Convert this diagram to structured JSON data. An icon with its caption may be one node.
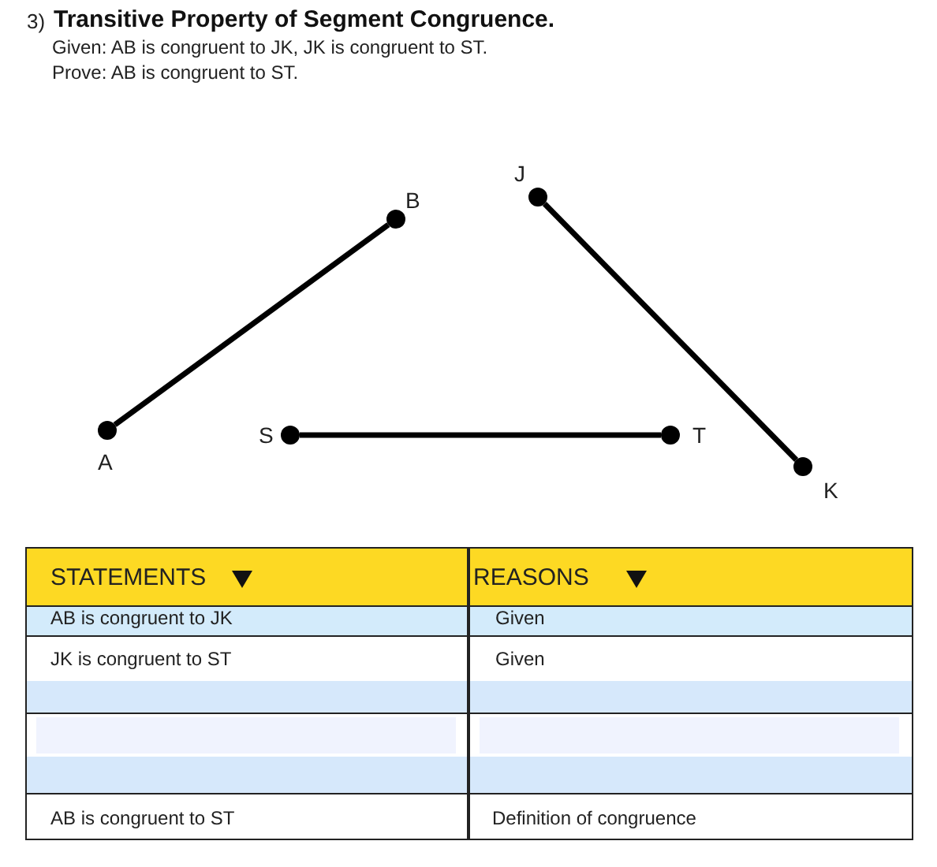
{
  "diagram": {
    "title": "Transitive Property of Segment Congruence.",
    "nodes": [
      {
        "text": [],
        "shape": "circle",
        "beside": [
          "A"
        ]
      },
      {
        "text": [],
        "shape": "circle",
        "beside": [
          "B"
        ]
      },
      {
        "text": [],
        "shape": "circle",
        "beside": [
          "J"
        ]
      },
      {
        "text": [],
        "shape": "circle",
        "beside": [
          "K"
        ]
      },
      {
        "text": [],
        "shape": "circle",
        "beside": [
          "S"
        ]
      },
      {
        "text": [],
        "shape": "circle",
        "beside": [
          "T"
        ]
      }
    ],
    "edges": [
      {
        "from": 0,
        "to": 1,
        "arrow": "none"
      },
      {
        "from": 2,
        "to": 3,
        "arrow": "none"
      },
      {
        "from": 4,
        "to": 5,
        "arrow": "none"
      }
    ],
    "labels": [
      "3)",
      "Given: AB is congruent to JK, JK is congruent to ST.",
      "Prove: AB is congruent to ST.",
      "STATEMENTS",
      "REASONS",
      "AB is congruent to JK",
      "Given",
      "JK is congruent to ST",
      "Given",
      "AB is congruent to ST",
      "Definition of congruence"
    ]
  }
}
